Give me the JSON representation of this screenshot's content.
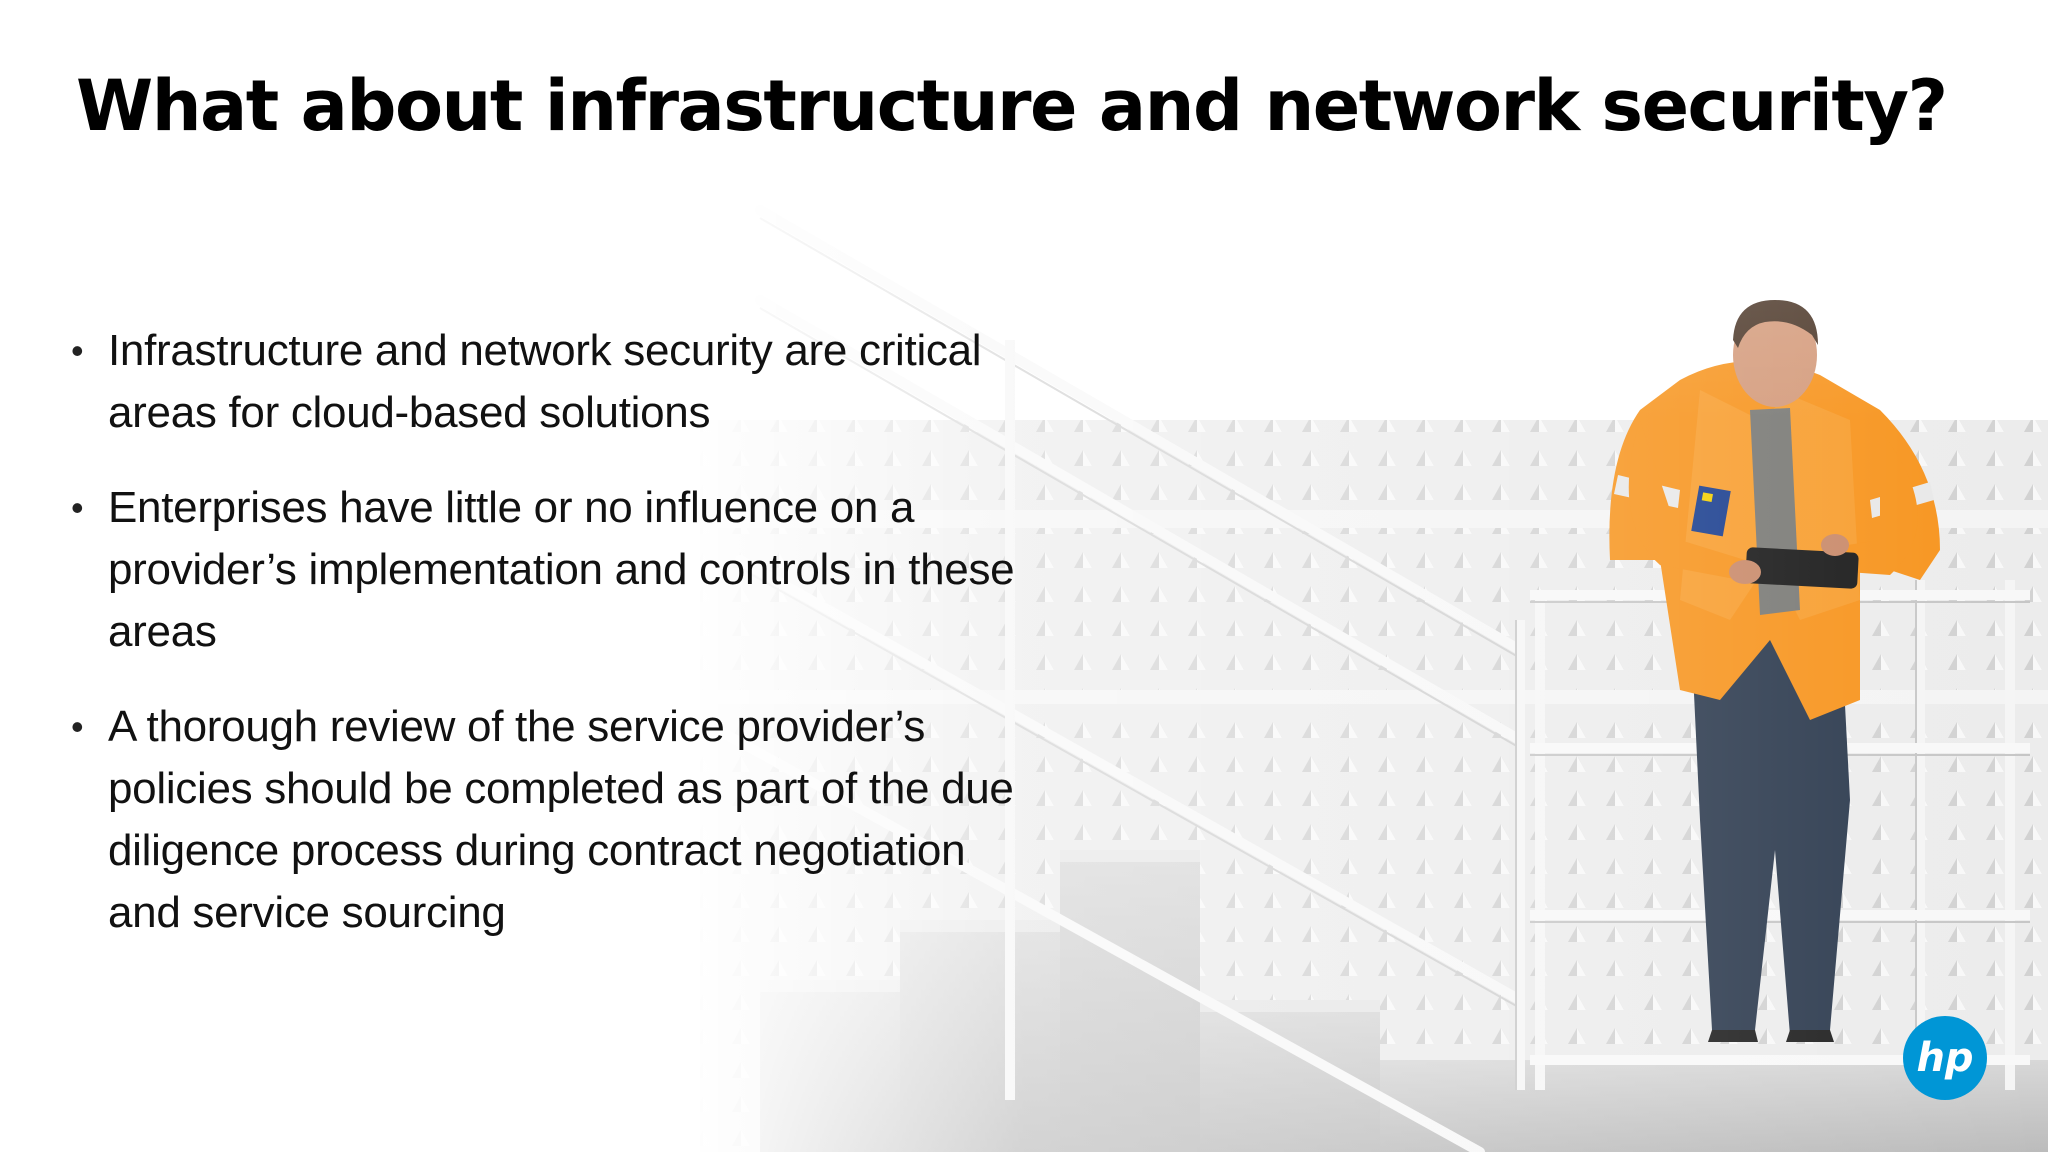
{
  "slide": {
    "title": "What about infrastructure and network security?",
    "bullets": [
      "Infrastructure and network security are critical areas for cloud-based solutions",
      "Enterprises have little or no influence on a provider’s implementation and controls in these areas",
      "A thorough review of the service provider’s policies should be completed as part of the due diligence process during contract negotiation and service sourcing"
    ],
    "bullet_glyph": "•"
  },
  "logo": {
    "text": "hp",
    "color": "#0096d6"
  },
  "colors": {
    "jacket": "#f7941d",
    "title_text": "#000000",
    "body_text": "#111111"
  }
}
